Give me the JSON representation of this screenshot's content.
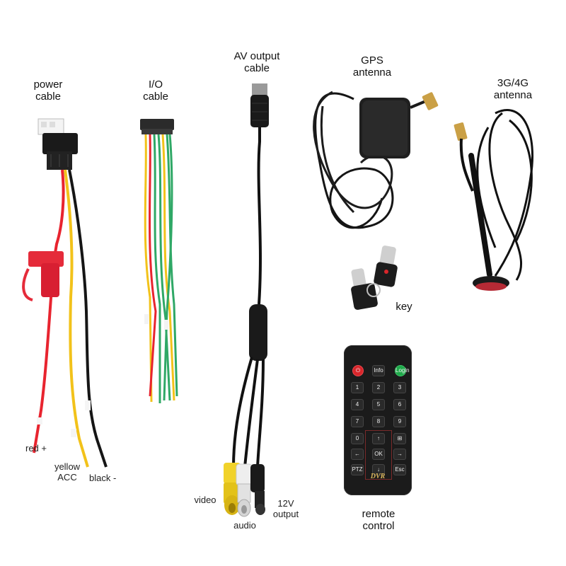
{
  "labels": {
    "power_cable": "power\ncable",
    "io_cable": "I/O\ncable",
    "av_output_cable": "AV output\ncable",
    "gps_antenna": "GPS\nantenna",
    "antenna_3g4g": "3G/4G\nantenna",
    "key": "key",
    "remote_control": "remote\ncontrol",
    "red_plus": "red +",
    "yellow_acc": "yellow\nACC",
    "black_minus": "black -",
    "video": "video",
    "audio": "audio",
    "output_12v": "12V\noutput"
  },
  "remote": {
    "brand": "DVR",
    "buttons": {
      "info": "Info",
      "login": "Login",
      "n1": "1",
      "n2": "2",
      "n3": "3",
      "n4": "4",
      "n5": "5",
      "n6": "6",
      "n7": "7",
      "n8": "8",
      "n9": "9",
      "n0": "0",
      "up": "↑",
      "grid": "⊞",
      "left": "←",
      "ok": "OK",
      "right": "→",
      "ptz": "PTZ",
      "down": "↓",
      "esc": "Esc"
    }
  },
  "colors": {
    "red_wire": "#e8242f",
    "yellow_wire": "#f2c21a",
    "black_wire": "#151515",
    "green_wire": "#2fa866",
    "fuse_holder": "#e52b3a",
    "rca_yellow": "#f1d22a",
    "rca_white": "#eeeeee"
  }
}
